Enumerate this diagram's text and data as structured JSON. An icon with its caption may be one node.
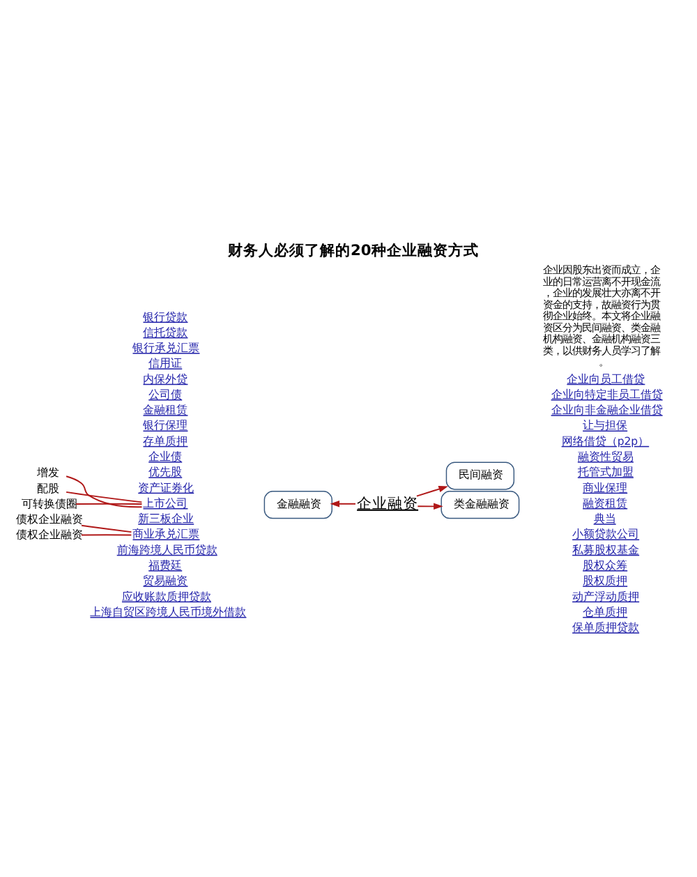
{
  "diagram": {
    "title": "财务人必须了解的20种企业融资方式",
    "nodes": [
      {
        "text": [
          "企业融资"
        ]
      },
      {
        "text": [
          "民间融资"
        ]
      },
      {
        "text": [
          "金融融资"
        ]
      },
      {
        "text": [
          "类金融融资"
        ]
      },
      {
        "text": [
          "上市公司"
        ]
      },
      {
        "text": [
          "增发"
        ]
      },
      {
        "text": [
          "配股"
        ]
      },
      {
        "text": [
          "可转换债圈"
        ]
      },
      {
        "text": [
          "商业承兑汇票"
        ]
      },
      {
        "text": [
          "债权企业融资"
        ]
      },
      {
        "text": [
          "债权企业融资"
        ]
      }
    ],
    "edges": [
      {
        "from": 0,
        "to": 1,
        "arrow": "to"
      },
      {
        "from": 0,
        "to": 2,
        "arrow": "to"
      },
      {
        "from": 0,
        "to": 3,
        "arrow": "to"
      },
      {
        "from": 4,
        "to": 5,
        "arrow": "none"
      },
      {
        "from": 4,
        "to": 6,
        "arrow": "none"
      },
      {
        "from": 4,
        "to": 7,
        "arrow": "none"
      },
      {
        "from": 8,
        "to": 9,
        "arrow": "none"
      },
      {
        "from": 8,
        "to": 10,
        "arrow": "none"
      }
    ],
    "labels": [
      "企业因股东出资而成立，企业的日常运营离不开现金流，企业的发展壮大亦离不开资金的支持，故融资行为贯彻企业始终。本文将企业融资区分为民间融资、类金融机构融资、金融机构融资三类，以供财务人员学习了解。",
      "银行贷款",
      "信托贷款",
      "银行承兑汇票",
      "信用证",
      "内保外贷",
      "公司债",
      "金融租赁",
      "银行保理",
      "存单质押",
      "企业债",
      "优先股",
      "资产证券化",
      "新三板企业",
      "前海跨境人民币贷款",
      "福费廷",
      "贸易融资",
      "应收账款质押贷款",
      "上海自贸区跨境人民币境外借款",
      "企业向员工借贷",
      "企业向特定非员工借贷",
      "企业向非金融企业借贷",
      "让与担保",
      "网络借贷（p2p）",
      "融资性贸易",
      "托管式加盟",
      "商业保理",
      "融资租赁",
      "典当",
      "小额贷款公司",
      "私募股权基金",
      "股权众筹",
      "股权质押",
      "动产浮动质押",
      "仓单质押",
      "保单质押贷款"
    ]
  }
}
